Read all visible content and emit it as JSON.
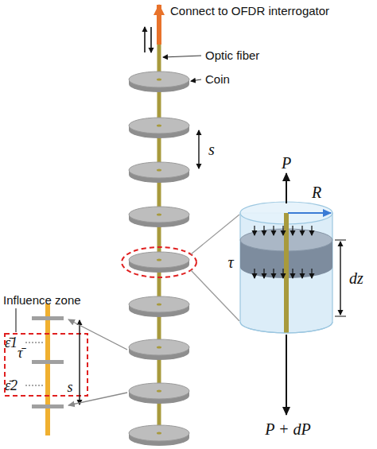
{
  "diagram": {
    "labels": [
      "Connect to OFDR interrogator",
      "Optic fiber",
      "Coin",
      "s",
      "Influence zone",
      "ε̄1",
      "τ̄",
      "ε̄2",
      "s",
      "P",
      "R",
      "τ",
      "dz",
      "P + dP"
    ]
  }
}
